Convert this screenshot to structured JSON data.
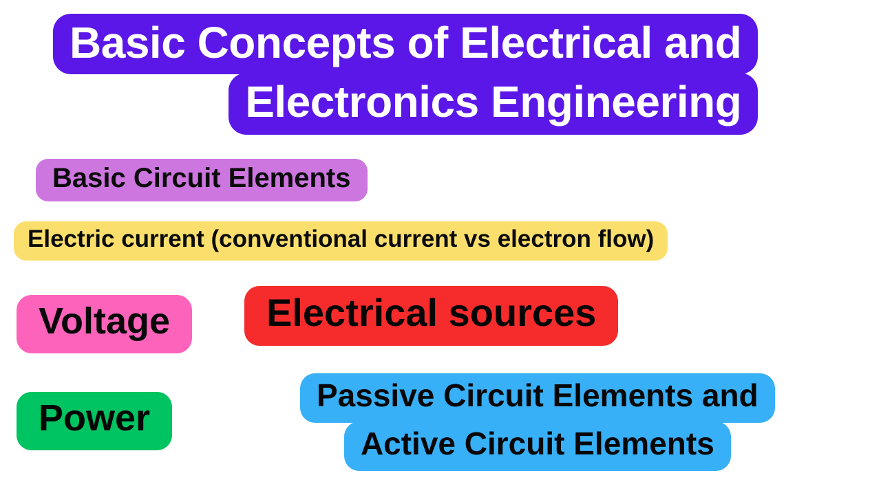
{
  "slide": {
    "background_color": "#ffffff",
    "title": {
      "lines": [
        "Basic Concepts of Electrical and",
        "Electronics Engineering"
      ],
      "background_color": "#5b17e8",
      "text_color": "#ffffff"
    },
    "blocks": [
      {
        "id": "basic-elements",
        "lines": [
          "Basic Circuit Elements"
        ],
        "background_color": "#cd76e0",
        "text_color": "#0b0b0b"
      },
      {
        "id": "electric-current",
        "lines": [
          "Electric current (conventional current vs electron flow)"
        ],
        "background_color": "#fbdf6d",
        "text_color": "#0b0b0b"
      },
      {
        "id": "voltage",
        "lines": [
          "Voltage"
        ],
        "background_color": "#fd63bb",
        "text_color": "#090909"
      },
      {
        "id": "electrical-sources",
        "lines": [
          "Electrical sources"
        ],
        "background_color": "#f62c2c",
        "text_color": "#060606"
      },
      {
        "id": "power",
        "lines": [
          "Power"
        ],
        "background_color": "#00c361",
        "text_color": "#060606"
      },
      {
        "id": "passive-active",
        "lines": [
          "Passive Circuit Elements and",
          "Active Circuit Elements"
        ],
        "background_color": "#38b0f7",
        "text_color": "#070707"
      }
    ]
  }
}
